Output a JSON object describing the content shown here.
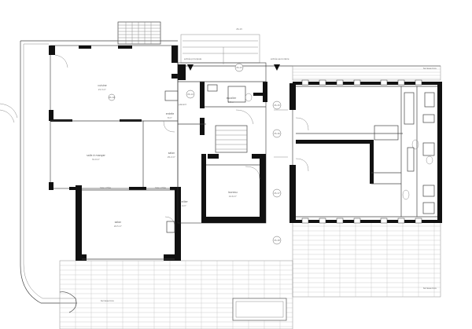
{
  "plan": {
    "top_marker": "2S.13",
    "entrance_left": "entrée principale",
    "entrance_right": "entrée secondaire",
    "terrace_top_right": "terrasse bois",
    "terrace_bottom_right": "terrasse bois",
    "terrace_bottom_left": "terrasse bois",
    "rooms": [
      {
        "key": "cuisine",
        "name": "cuisine",
        "area": "21.3 m²"
      },
      {
        "key": "entree",
        "name": "entrée",
        "area": "8 m²"
      },
      {
        "key": "sejour",
        "name": "salle à manger",
        "area": "31.0 m²"
      },
      {
        "key": "escalier",
        "name": "escalier",
        "area": "5.5 m²"
      },
      {
        "key": "bureau",
        "name": "bureau",
        "area": "12.6 m²"
      },
      {
        "key": "salon",
        "name": "salon",
        "area": "25.2 m²"
      },
      {
        "key": "cellier",
        "name": "cellier",
        "area": "4 m²"
      },
      {
        "key": "salon2",
        "name": "salon",
        "area": "24.5 m²"
      }
    ],
    "bubbles": [
      {
        "key": "b1",
        "text": "2S.13"
      },
      {
        "key": "b2",
        "text": "2S.14"
      },
      {
        "key": "b3",
        "text": "2S.15"
      },
      {
        "key": "b4",
        "text": "2S.16"
      },
      {
        "key": "b5",
        "text": "2S.17"
      },
      {
        "key": "b6",
        "text": "2S.18"
      },
      {
        "key": "b7",
        "text": "2S.19"
      }
    ],
    "small_notes": [
      {
        "key": "n1",
        "text": "baie vitrée"
      },
      {
        "key": "n2",
        "text": "baie vitrée"
      },
      {
        "key": "n3",
        "text": "placard"
      }
    ]
  }
}
